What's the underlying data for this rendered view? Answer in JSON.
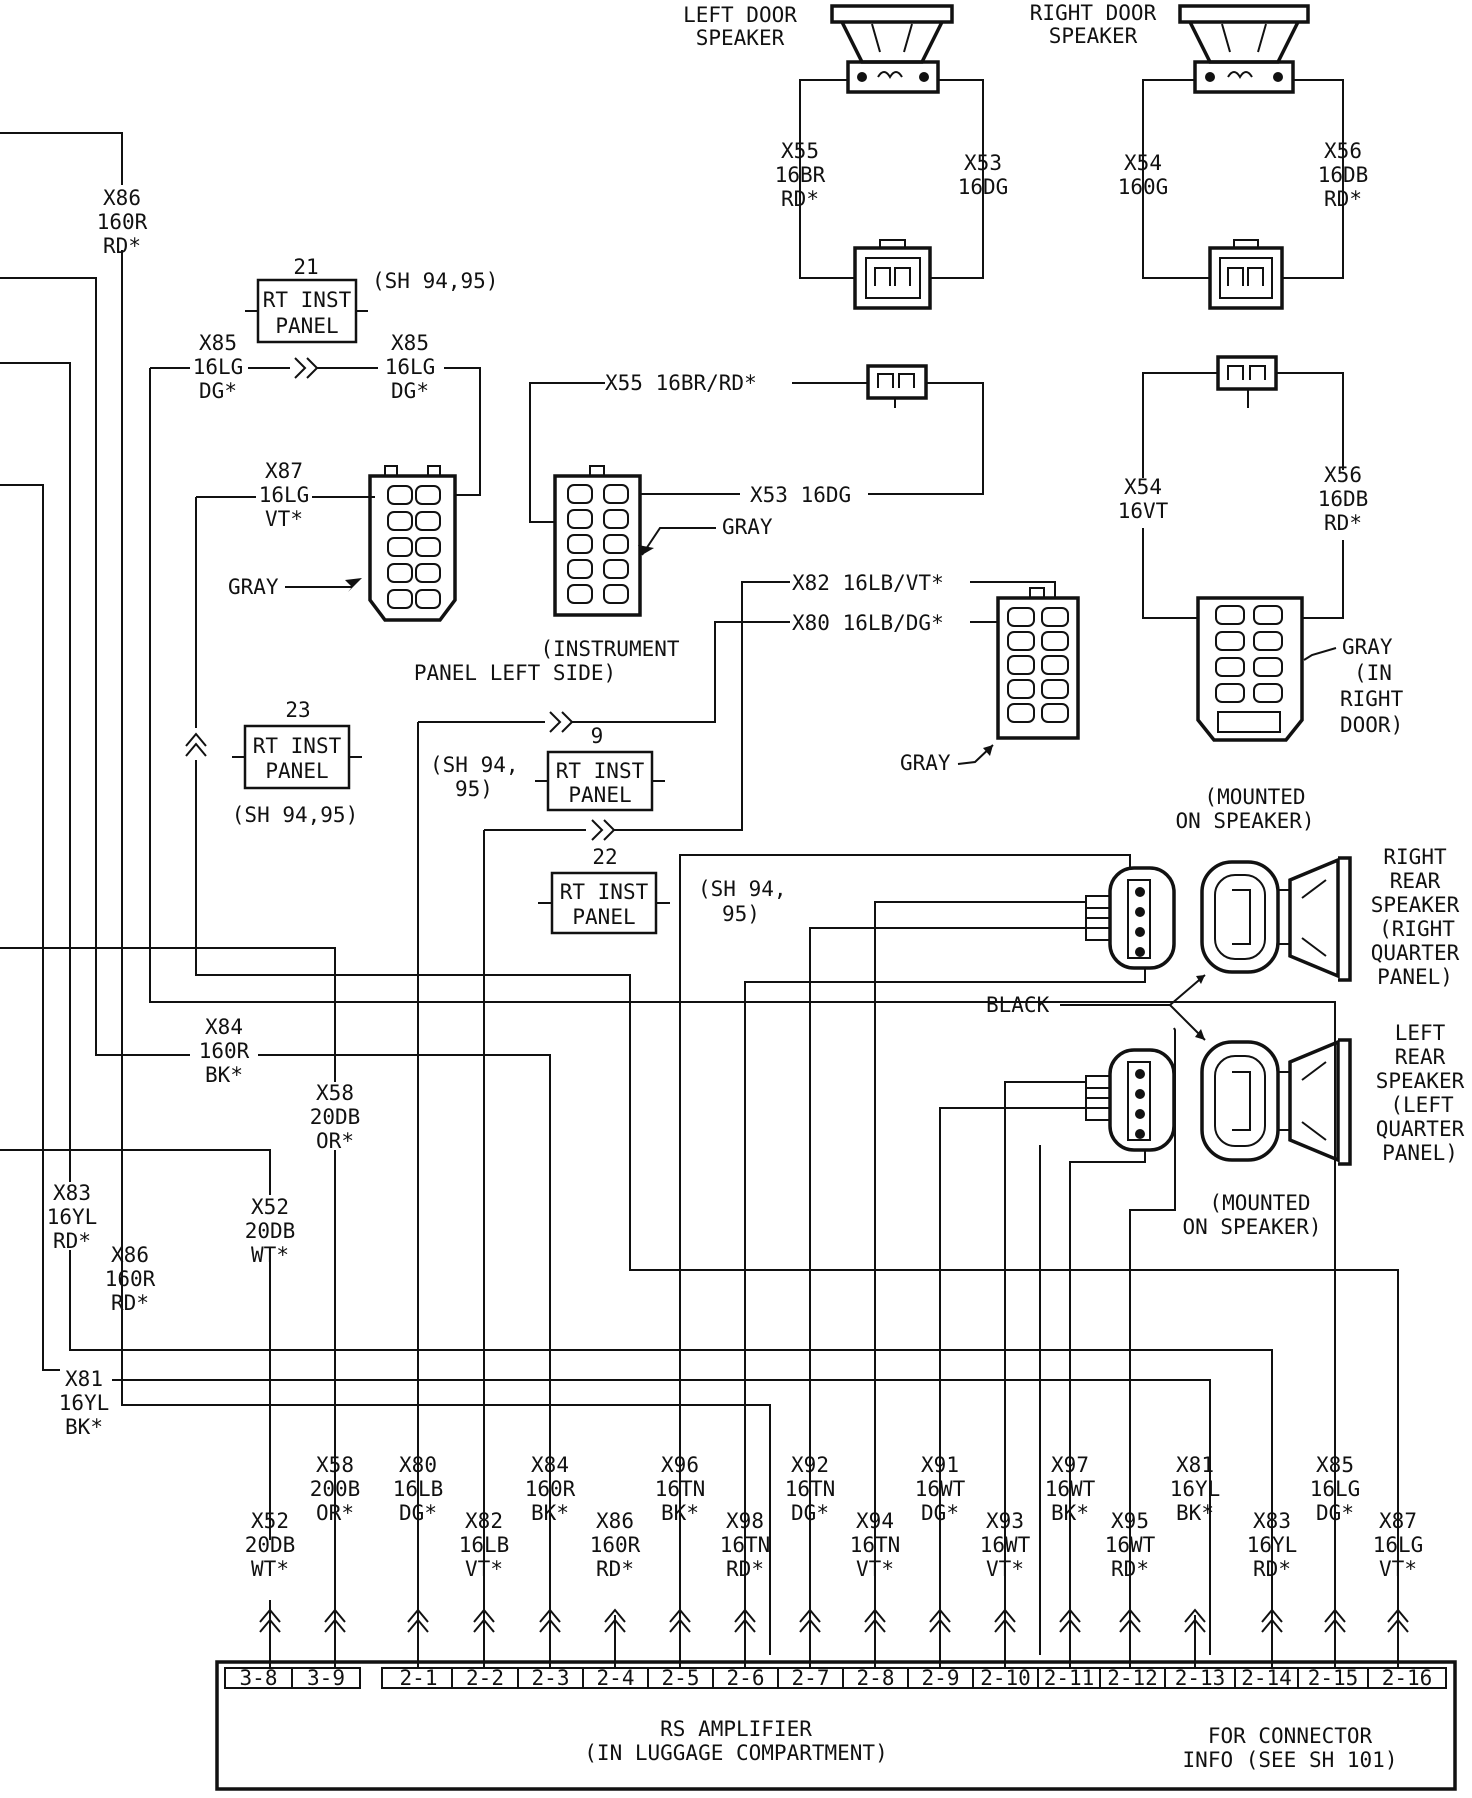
{
  "speakers": {
    "left_door": [
      "LEFT DOOR",
      "SPEAKER"
    ],
    "right_door": [
      "RIGHT DOOR",
      "SPEAKER"
    ],
    "right_rear": [
      "RIGHT",
      "REAR",
      "SPEAKER",
      "(RIGHT",
      "QUARTER",
      "PANEL)"
    ],
    "left_rear": [
      "LEFT",
      "REAR",
      "SPEAKER",
      "(LEFT",
      "QUARTER",
      "PANEL)"
    ]
  },
  "connector_labels": {
    "gray": "GRAY",
    "black": "BLACK",
    "instrument_panel_left": [
      "(INSTRUMENT",
      "PANEL LEFT SIDE)"
    ],
    "in_right_door": [
      "GRAY",
      "(IN",
      "RIGHT",
      "DOOR)"
    ],
    "mounted_top": [
      "(MOUNTED",
      "ON SPEAKER)"
    ],
    "mounted_bottom": [
      "(MOUNTED",
      "ON SPEAKER)"
    ]
  },
  "inline_connectors": {
    "c21": {
      "num": "21",
      "line1": "RT INST",
      "line2": "PANEL",
      "ref": "(SH 94,95)"
    },
    "c23": {
      "num": "23",
      "line1": "RT INST",
      "line2": "PANEL",
      "ref": "(SH 94,95)"
    },
    "c9": {
      "num": "9",
      "line1": "RT INST",
      "line2": "PANEL",
      "ref1": "(SH 94,",
      "ref2": "95)"
    },
    "c22": {
      "num": "22",
      "line1": "RT INST",
      "line2": "PANEL",
      "ref1": "(SH 94,",
      "ref2": "95)"
    }
  },
  "wire_labels": {
    "x86_top": [
      "X86",
      "160R",
      "RD*"
    ],
    "x85_left": [
      "X85",
      "16LG",
      "DG*"
    ],
    "x85_right": [
      "X85",
      "16LG",
      "DG*"
    ],
    "x87": [
      "X87",
      "16LG",
      "VT*"
    ],
    "x55_door": [
      "X55",
      "16BR",
      "RD*"
    ],
    "x53_door": [
      "X53",
      "16DG"
    ],
    "x54_door": [
      "X54",
      "160G"
    ],
    "x56_door": [
      "X56",
      "16DB",
      "RD*"
    ],
    "x55_horiz": "X55 16BR/RD*",
    "x53_horiz": "X53 16DG",
    "x54_rd": [
      "X54",
      "16VT"
    ],
    "x56_rd": [
      "X56",
      "16DB",
      "RD*"
    ],
    "x82_horiz": "X82 16LB/VT*",
    "x80_horiz": "X80 16LB/DG*",
    "x84_mid": [
      "X84",
      "160R",
      "BK*"
    ],
    "x58_mid": [
      "X58",
      "20DB",
      "OR*"
    ],
    "x83_left": [
      "X83",
      "16YL",
      "RD*"
    ],
    "x52_mid": [
      "X52",
      "20DB",
      "WT*"
    ],
    "x86_low": [
      "X86",
      "160R",
      "RD*"
    ],
    "x81_left": [
      "X81",
      "16YL",
      "BK*"
    ]
  },
  "amp_pins": [
    {
      "pin": "3-8",
      "wire": [
        "X52",
        "20DB",
        "WT*"
      ]
    },
    {
      "pin": "3-9",
      "wire": [
        "X58",
        "200B",
        "OR*"
      ]
    },
    {
      "pin": "2-1",
      "wire": [
        "X80",
        "16LB",
        "DG*"
      ]
    },
    {
      "pin": "2-2",
      "wire": [
        "X82",
        "16LB",
        "VT*"
      ]
    },
    {
      "pin": "2-3",
      "wire": [
        "X84",
        "160R",
        "BK*"
      ]
    },
    {
      "pin": "2-4",
      "wire": [
        "X86",
        "160R",
        "RD*"
      ]
    },
    {
      "pin": "2-5",
      "wire": [
        "X96",
        "16TN",
        "BK*"
      ]
    },
    {
      "pin": "2-6",
      "wire": [
        "X98",
        "16TN",
        "RD*"
      ]
    },
    {
      "pin": "2-7",
      "wire": [
        "X92",
        "16TN",
        "DG*"
      ]
    },
    {
      "pin": "2-8",
      "wire": [
        "X94",
        "16TN",
        "VT*"
      ]
    },
    {
      "pin": "2-9",
      "wire": [
        "X91",
        "16WT",
        "DG*"
      ]
    },
    {
      "pin": "2-10",
      "wire": [
        "X93",
        "16WT",
        "VT*"
      ]
    },
    {
      "pin": "2-11",
      "wire": [
        "X97",
        "16WT",
        "BK*"
      ]
    },
    {
      "pin": "2-12",
      "wire": [
        "X95",
        "16WT",
        "RD*"
      ]
    },
    {
      "pin": "2-13",
      "wire": [
        "X81",
        "16YL",
        "BK*"
      ]
    },
    {
      "pin": "2-14",
      "wire": [
        "X83",
        "16YL",
        "RD*"
      ]
    },
    {
      "pin": "2-15",
      "wire": [
        "X85",
        "16LG",
        "DG*"
      ]
    },
    {
      "pin": "2-16",
      "wire": [
        "X87",
        "16LG",
        "VT*"
      ]
    }
  ],
  "amplifier": {
    "name": "RS AMPLIFIER",
    "location": "(IN LUGGAGE COMPARTMENT)",
    "info1": "FOR CONNECTOR",
    "info2": "INFO (SEE SH 101)"
  }
}
